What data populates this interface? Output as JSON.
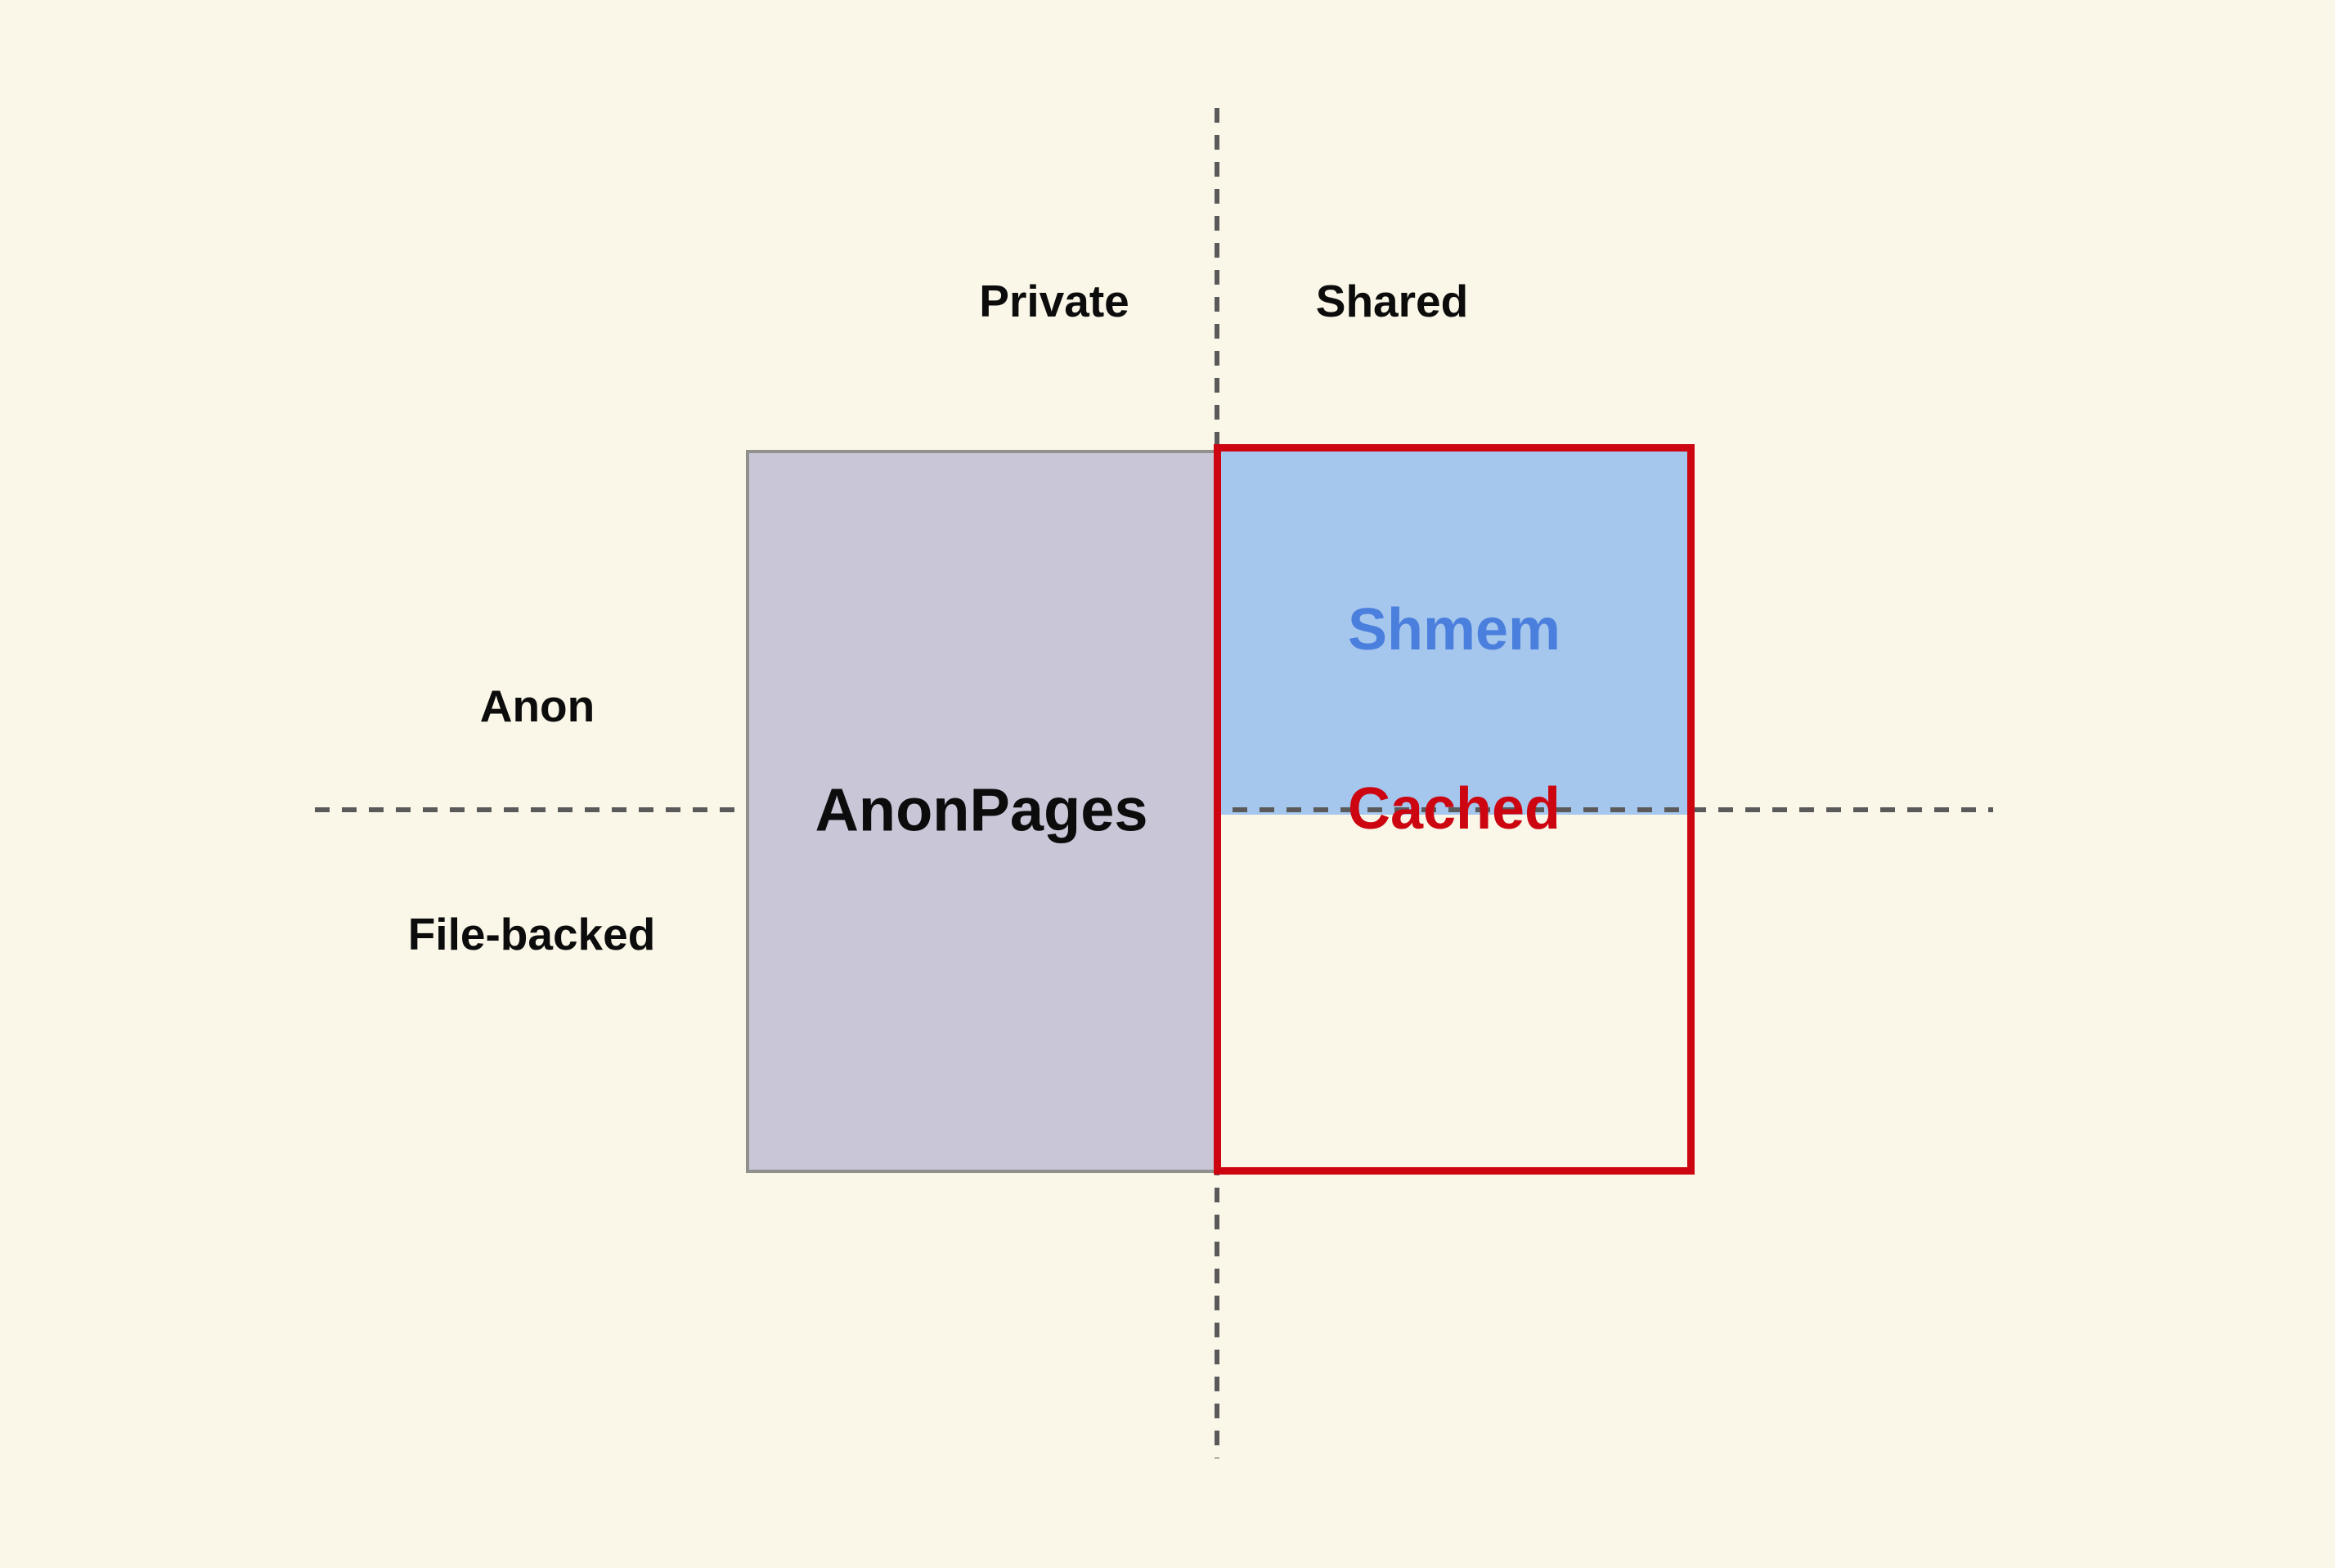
{
  "diagram": {
    "type": "quadrant-diagram",
    "axis_labels": {
      "top_left": "Private",
      "top_right": "Shared",
      "left_upper": "Anon",
      "left_lower": "File-backed"
    },
    "regions": {
      "anonpages": {
        "label": "AnonPages",
        "quadrant": "Anon + Private"
      },
      "shmem": {
        "label": "Shmem",
        "quadrant": "Anon + Shared"
      },
      "cached": {
        "label": "Cached",
        "quadrant": "Shared (Anon and File-backed)"
      }
    }
  },
  "colors": {
    "background": "#faf7e8",
    "anonpages_fill": "#c9c6d7",
    "anonpages_border": "#90908c",
    "shmem_fill": "#a5c6ed",
    "shmem_text": "#4a7fdd",
    "cached_red": "#cc0511",
    "dashed_line": "#5a5a5a",
    "label_text": "#0c0c0c"
  }
}
